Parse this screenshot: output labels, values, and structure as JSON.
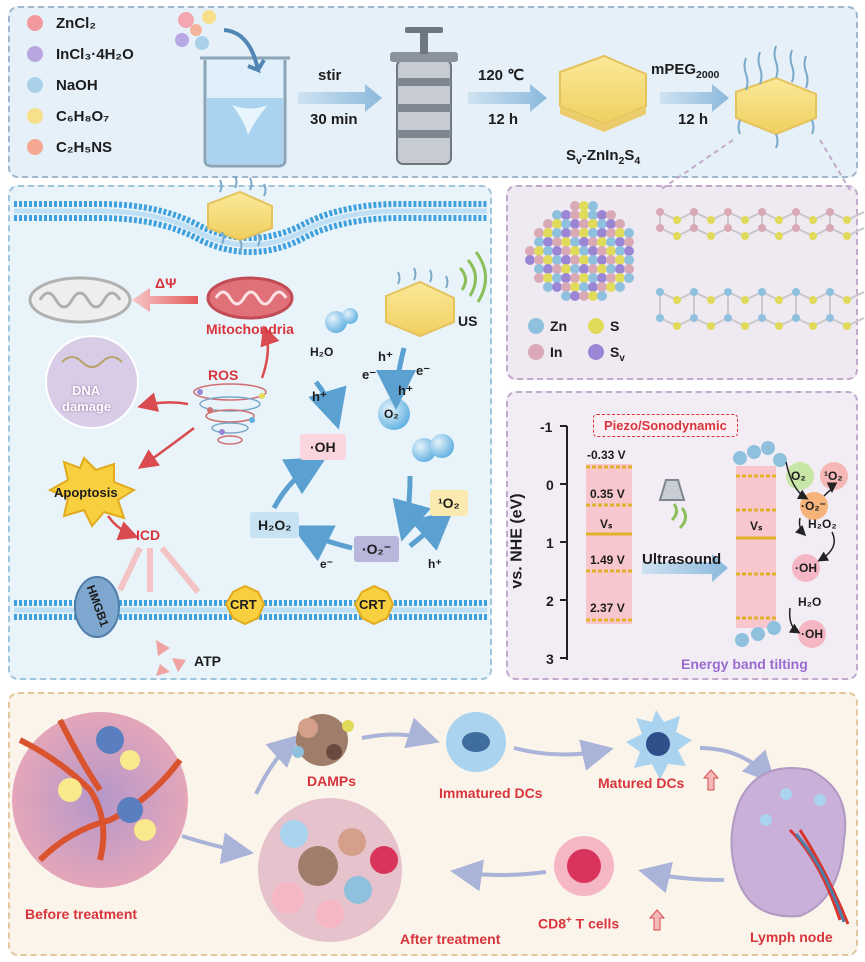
{
  "reagents": [
    {
      "label": "ZnCl₂",
      "color": "#f2999e"
    },
    {
      "label": "InCl₃·4H₂O",
      "color": "#b7a6e0"
    },
    {
      "label": "NaOH",
      "color": "#a9d2ea"
    },
    {
      "label": "C₆H₈O₇",
      "color": "#f6e08a"
    },
    {
      "label": "C₂H₅NS",
      "color": "#f4a792"
    }
  ],
  "synthesis": {
    "step1_top": "stir",
    "step1_bottom": "30 min",
    "step2_top": "120 ℃",
    "step2_bottom": "12 h",
    "product": "Sv-ZnIn2S4",
    "product_main": "S",
    "product_sub1": "v",
    "product_mid": "-ZnIn",
    "product_sub2": "2",
    "product_S": "S",
    "product_sub3": "4",
    "step3_top_main": "mPEG",
    "step3_top_sub": "2000",
    "step3_bottom": "12 h"
  },
  "mechanism": {
    "delta_psi": "ΔΨ",
    "mitochondria": "Mitochondria",
    "dna_line1": "DNA",
    "dna_line2": "damage",
    "ros": "ROS",
    "apoptosis": "Apoptosis",
    "icd": "ICD",
    "hmgb1": "HMGB1",
    "crt": "CRT",
    "atp": "ATP",
    "us": "US",
    "h2o": "H₂O",
    "h_plus": "h⁺",
    "e_minus": "e⁻",
    "oh": "·OH",
    "o2": "O₂",
    "h2o2": "H₂O₂",
    "superoxide": "·O₂⁻",
    "singlet_o2": "¹O₂"
  },
  "structure_legend": {
    "zn": "Zn",
    "s": "S",
    "in": "In",
    "sv_main": "S",
    "sv_sub": "v",
    "colors": {
      "zn": "#8fc1df",
      "s": "#e0db5a",
      "in": "#d9a9b6",
      "sv": "#9b86d6"
    }
  },
  "band": {
    "title": "Piezo/Sonodynamic",
    "ylabel": "vs. NHE (eV)",
    "ticks": [
      "-1",
      "0",
      "1",
      "2",
      "3"
    ],
    "levels": [
      "-0.33 V",
      "0.35 V",
      "Vₛ",
      "1.49 V",
      "2.37 V"
    ],
    "ultrasound": "Ultrasound",
    "tilted_vs": "Vₛ",
    "o2": "O₂",
    "singlet": "¹O₂",
    "superoxide": "·O₂⁻",
    "h2o2": "H₂O₂",
    "oh1": "·OH",
    "h2o": "H₂O",
    "oh2": "·OH",
    "tilting": "Energy band tilting"
  },
  "immune": {
    "before": "Before treatment",
    "damps": "DAMPs",
    "immatured": "Immatured DCs",
    "matured": "Matured DCs",
    "lymph": "Lymph node",
    "cd8_main": "CD8",
    "cd8_sup": "+",
    "cd8_rest": " T cells",
    "after": "After treatment"
  }
}
